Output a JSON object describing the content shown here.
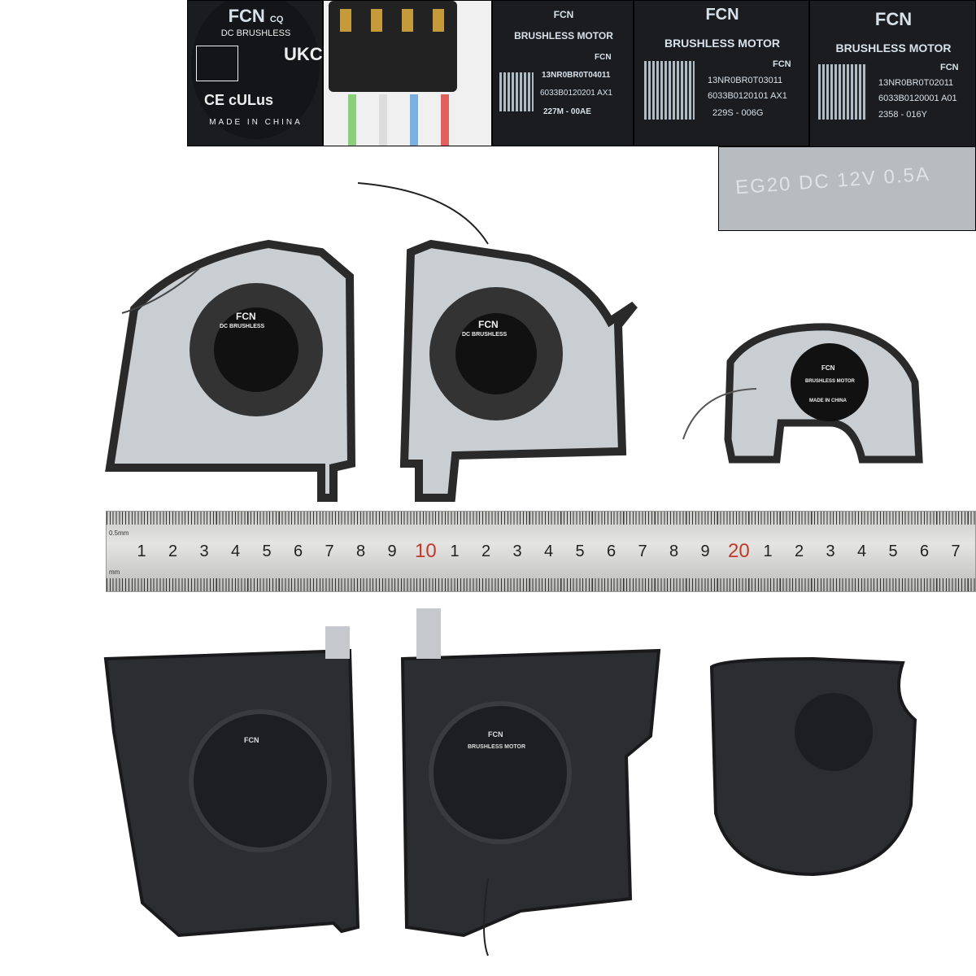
{
  "insets": {
    "label_small": {
      "brand": "FCN",
      "brand_suffix": "CQ",
      "type": "DC BRUSHLESS",
      "cert": "UKCA",
      "marks": "CE cULus",
      "origin": "MADE IN CHINA"
    },
    "motor_a": {
      "brand": "FCN",
      "type": "BRUSHLESS MOTOR",
      "brand2": "FCN",
      "part": "13NR0BR0T04011",
      "code": "6033B0120201 AX1",
      "lot": "227M - 00AE"
    },
    "motor_b": {
      "brand": "FCN",
      "type": "BRUSHLESS MOTOR",
      "brand2": "FCN",
      "part": "13NR0BR0T03011",
      "code": "6033B0120101 AX1",
      "lot": "229S - 006G"
    },
    "motor_c": {
      "brand": "FCN",
      "type": "BRUSHLESS MOTOR",
      "brand2": "FCN",
      "part": "13NR0BR0T02011",
      "code": "6033B0120001 A01",
      "lot": "2358 - 016Y"
    },
    "embossed": {
      "line1": "EG20 DC 12V 0.5A"
    }
  },
  "fans_top": {
    "label1": "FCN",
    "label1_type": "DC BRUSHLESS",
    "label2": "FCN",
    "label2_type": "DC BRUSHLESS",
    "label3": "FCN",
    "label3_type": "BRUSHLESS MOTOR",
    "label3_origin": "MADE IN CHINA"
  },
  "ruler": {
    "unit_top": "0.5mm",
    "unit_bottom": "mm",
    "numbers": [
      "1",
      "2",
      "3",
      "4",
      "5",
      "6",
      "7",
      "8",
      "9",
      "10",
      "1",
      "2",
      "3",
      "4",
      "5",
      "6",
      "7",
      "8",
      "9",
      "20",
      "1",
      "2",
      "3",
      "4",
      "5",
      "6",
      "7"
    ],
    "highlight_color": "#c0392b"
  },
  "fans_bottom": {
    "brand": "FCN",
    "type": "BRUSHLESS MOTOR"
  }
}
